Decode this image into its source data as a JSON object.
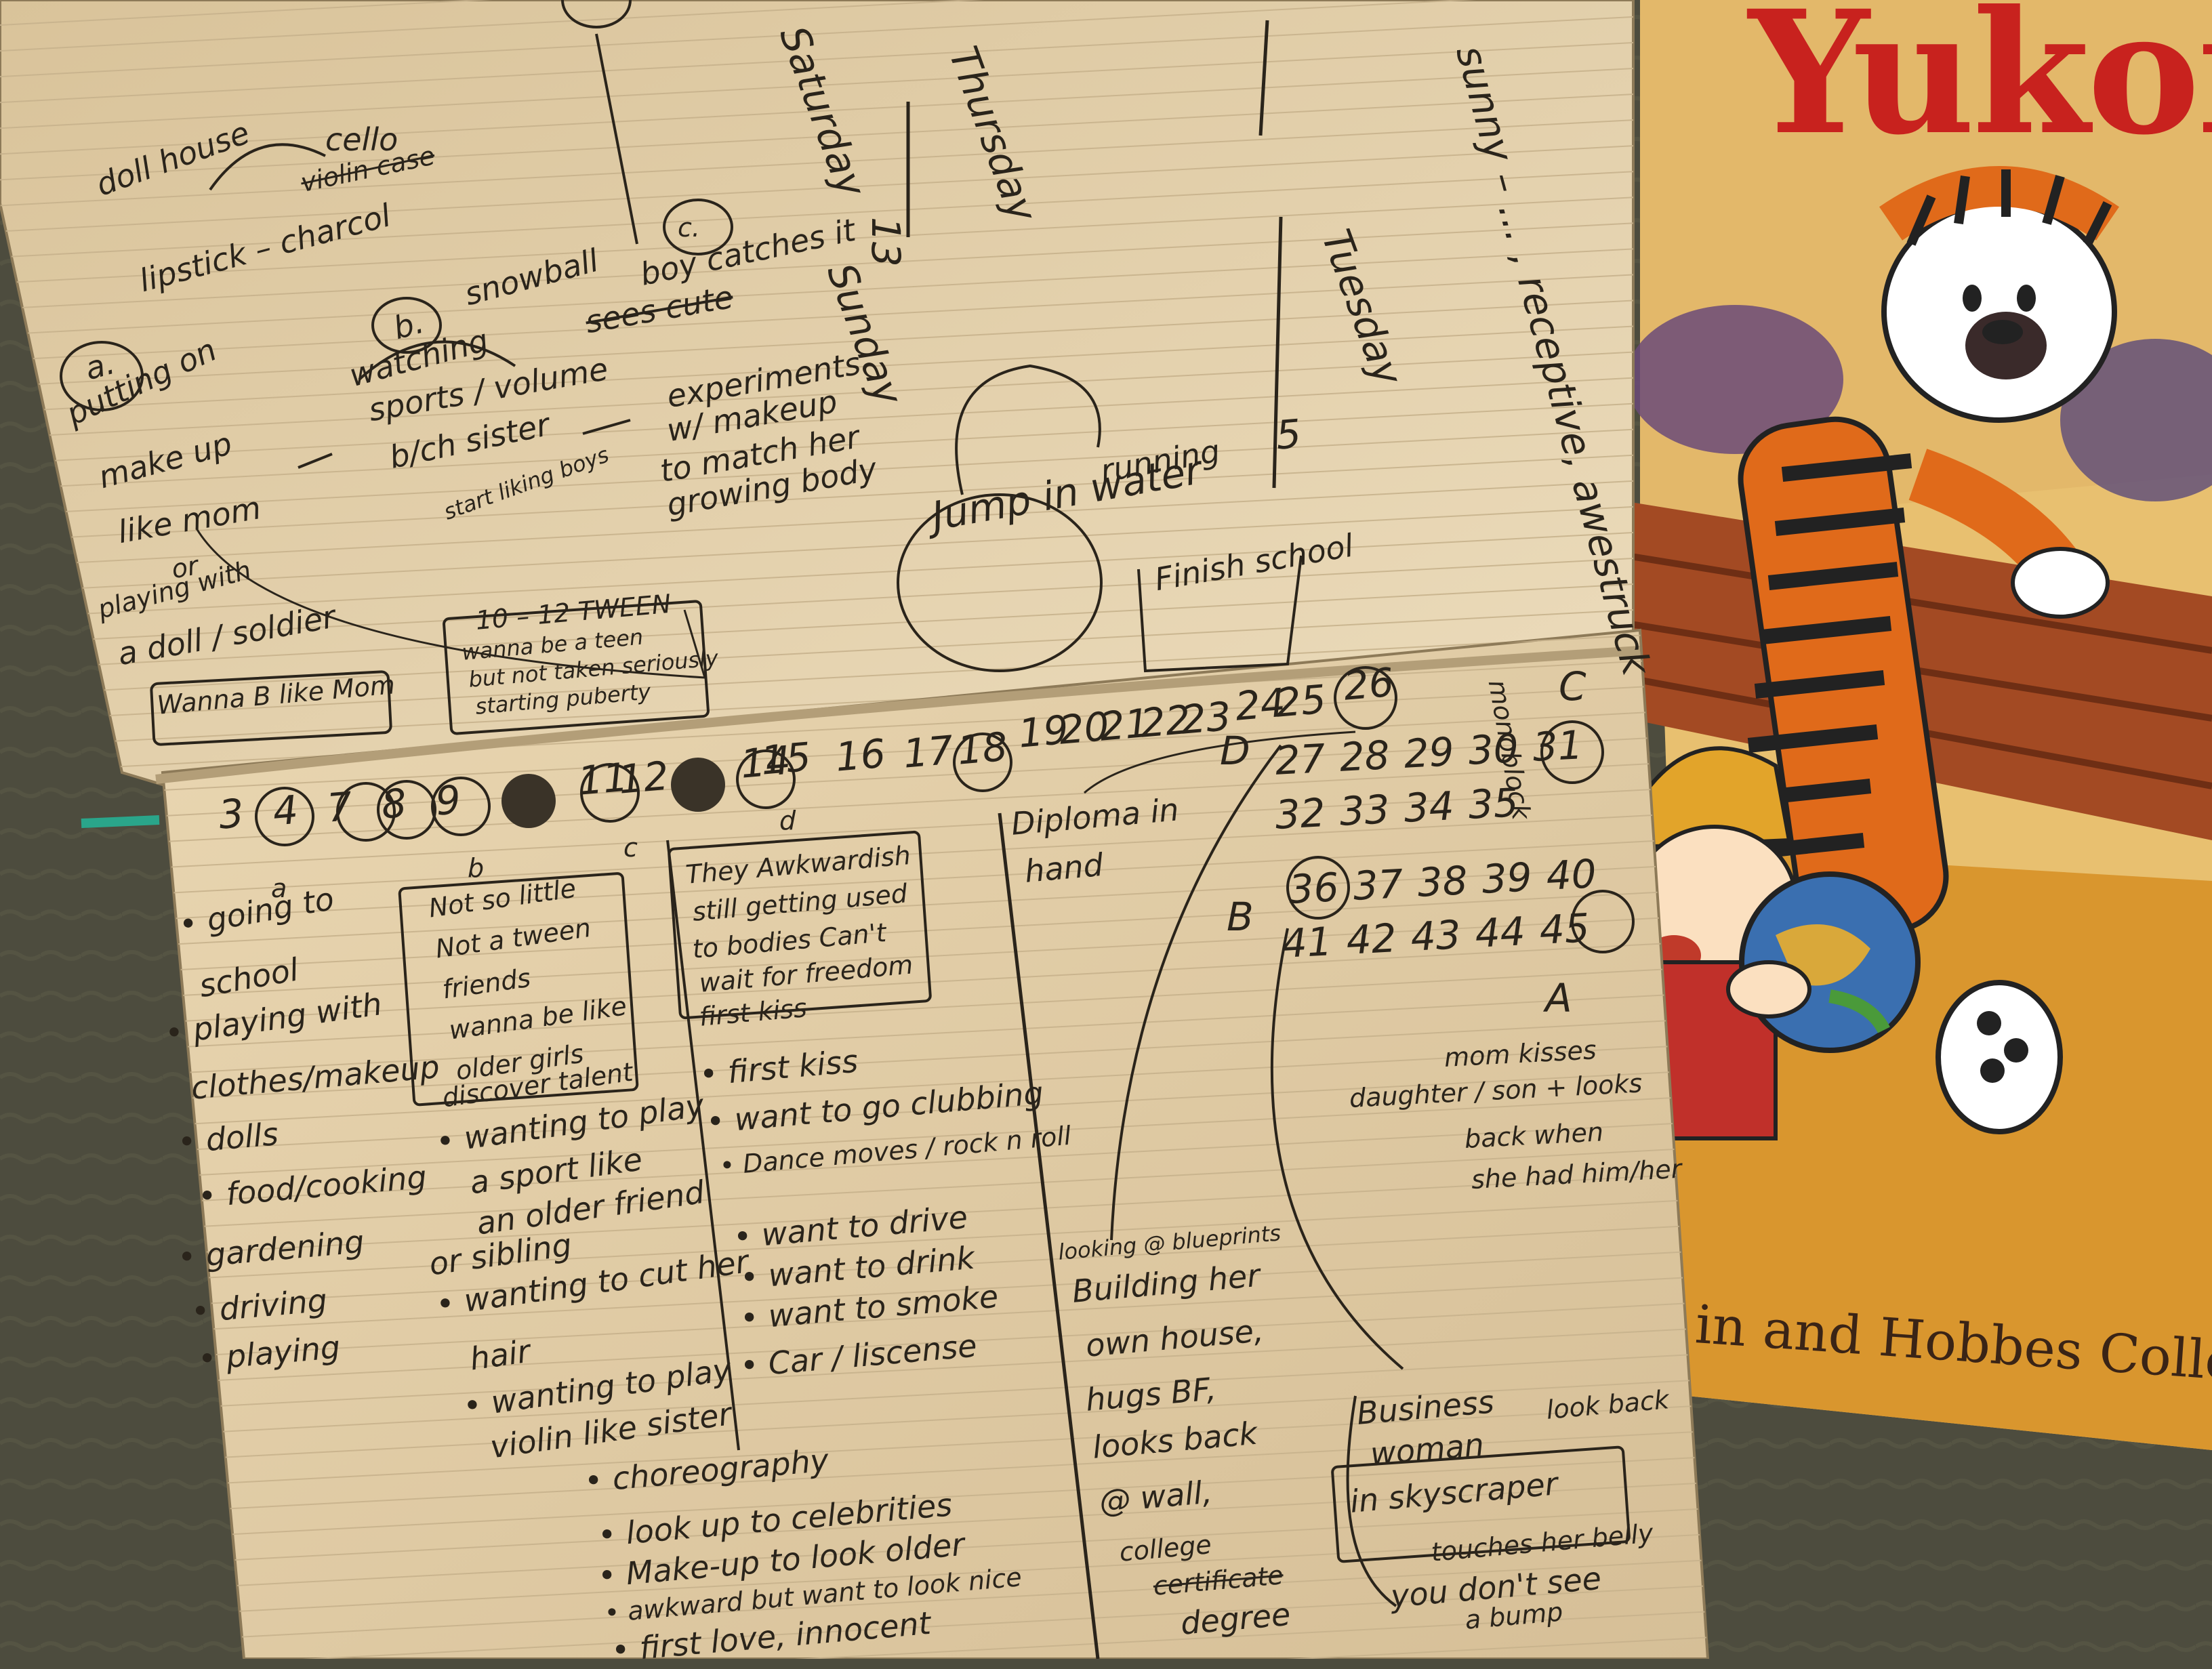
{
  "notebook": {
    "top_page": [
      {
        "id": "doll-house",
        "text": "doll house"
      },
      {
        "id": "cello",
        "text": "cello"
      },
      {
        "id": "violin-case",
        "text": "violin case"
      },
      {
        "id": "lipstick",
        "text": "lipstick – charcol"
      },
      {
        "id": "label-a",
        "text": "a."
      },
      {
        "id": "putting-on",
        "text": "putting on"
      },
      {
        "id": "make-up",
        "text": "make up"
      },
      {
        "id": "like-mom",
        "text": "like mom"
      },
      {
        "id": "or",
        "text": "or"
      },
      {
        "id": "playing-with",
        "text": "playing with"
      },
      {
        "id": "doll-soldier",
        "text": "a doll / soldier"
      },
      {
        "id": "wanna-be",
        "text": "Wanna B like Mom"
      },
      {
        "id": "label-b",
        "text": "b."
      },
      {
        "id": "snowball",
        "text": "snowball"
      },
      {
        "id": "watching",
        "text": "watching"
      },
      {
        "id": "sports-volume",
        "text": "sports / volume"
      },
      {
        "id": "bro-sister",
        "text": "b/ch sister"
      },
      {
        "id": "start-liking",
        "text": "start liking boys"
      },
      {
        "id": "tween",
        "text": "10 – 12 TWEEN"
      },
      {
        "id": "wanna-teen",
        "text": "wanna be a teen"
      },
      {
        "id": "not-taken",
        "text": "but not taken seriously"
      },
      {
        "id": "starting-puberty",
        "text": "starting puberty"
      },
      {
        "id": "label-c",
        "text": "c."
      },
      {
        "id": "boy-catches",
        "text": "boy catches it"
      },
      {
        "id": "sees-cute",
        "text": "sees cute"
      },
      {
        "id": "experiments",
        "text": "experiments"
      },
      {
        "id": "makeup-to-match",
        "text": "w/ makeup"
      },
      {
        "id": "match-body",
        "text": "to match her"
      },
      {
        "id": "growing-body",
        "text": "growing body"
      },
      {
        "id": "jump",
        "text": "Jump in water"
      },
      {
        "id": "running",
        "text": "running"
      },
      {
        "id": "finish-school",
        "text": "Finish school"
      },
      {
        "id": "saturday",
        "text": "Saturday"
      },
      {
        "id": "thursday",
        "text": "Thursday"
      },
      {
        "id": "tuesday",
        "text": "Tuesday"
      },
      {
        "id": "sunday",
        "text": "Sunday"
      },
      {
        "id": "num-13",
        "text": "13"
      },
      {
        "id": "num-5",
        "text": "5"
      },
      {
        "id": "vertical-note",
        "text": "sunny – ... , receptive, awestruck"
      }
    ],
    "number_line": [
      "3",
      "4",
      "7",
      "8",
      "9",
      "11",
      "12",
      "14",
      "15",
      "16",
      "17",
      "18",
      "19",
      "20",
      "21",
      "22",
      "23",
      "24",
      "25",
      "26"
    ],
    "grid_rows": [
      [
        "27",
        "28",
        "29",
        "30",
        "31"
      ],
      [
        "32",
        "33",
        "34",
        "35"
      ],
      [
        "36",
        "37",
        "38",
        "39",
        "40"
      ],
      [
        "41",
        "42",
        "43",
        "44",
        "45"
      ]
    ],
    "letters": {
      "c": "C",
      "d": "D",
      "b": "B",
      "a": "A"
    },
    "monoblock": "monoblock",
    "bottom_page": [
      {
        "id": "sec-a",
        "text": "a"
      },
      {
        "id": "a-1",
        "text": "• going to"
      },
      {
        "id": "a-2",
        "text": "school"
      },
      {
        "id": "a-3",
        "text": "• playing with"
      },
      {
        "id": "a-4",
        "text": "clothes/makeup"
      },
      {
        "id": "a-5",
        "text": "• dolls"
      },
      {
        "id": "a-6",
        "text": "• food/cooking"
      },
      {
        "id": "a-7",
        "text": "• gardening"
      },
      {
        "id": "a-8",
        "text": "• driving"
      },
      {
        "id": "a-9",
        "text": "• playing"
      },
      {
        "id": "sec-b",
        "text": "b"
      },
      {
        "id": "b-1",
        "text": "Not so little"
      },
      {
        "id": "b-2",
        "text": "Not a tween"
      },
      {
        "id": "b-3",
        "text": "friends"
      },
      {
        "id": "b-4",
        "text": "wanna be like"
      },
      {
        "id": "b-5",
        "text": "older girls"
      },
      {
        "id": "b-6",
        "text": "discover talent"
      },
      {
        "id": "b-7",
        "text": "• wanting to play"
      },
      {
        "id": "b-8",
        "text": "a sport like"
      },
      {
        "id": "b-9",
        "text": "an older friend"
      },
      {
        "id": "b-10",
        "text": "or sibling"
      },
      {
        "id": "b-11",
        "text": "• wanting to cut her"
      },
      {
        "id": "b-12",
        "text": "hair"
      },
      {
        "id": "b-13",
        "text": "• wanting to play"
      },
      {
        "id": "b-14",
        "text": "violin like sister"
      },
      {
        "id": "sec-c",
        "text": "c"
      },
      {
        "id": "sec-d",
        "text": "d"
      },
      {
        "id": "d-1",
        "text": "They Awkwardish"
      },
      {
        "id": "d-2",
        "text": "still getting used"
      },
      {
        "id": "d-3",
        "text": "to bodies Can't"
      },
      {
        "id": "d-4",
        "text": "wait for freedom"
      },
      {
        "id": "d-5",
        "text": "first kiss"
      },
      {
        "id": "d-6",
        "text": "• first kiss"
      },
      {
        "id": "d-7",
        "text": "• want to go clubbing"
      },
      {
        "id": "d-8",
        "text": "• Dance moves / rock n roll"
      },
      {
        "id": "d-9",
        "text": "• want to drive"
      },
      {
        "id": "d-10",
        "text": "• want to drink"
      },
      {
        "id": "d-11",
        "text": "• want to smoke"
      },
      {
        "id": "d-12",
        "text": "• Car / liscense"
      },
      {
        "id": "e-1",
        "text": "• choreography"
      },
      {
        "id": "e-2",
        "text": "• look up to celebrities"
      },
      {
        "id": "e-3",
        "text": "• Make-up to look older"
      },
      {
        "id": "e-4",
        "text": "• awkward but want to look nice"
      },
      {
        "id": "e-5",
        "text": "• first love, innocent"
      },
      {
        "id": "diploma",
        "text": "Diploma in"
      },
      {
        "id": "hand",
        "text": "hand"
      },
      {
        "id": "f-1",
        "text": "looking @ blueprints"
      },
      {
        "id": "f-2",
        "text": "Building her"
      },
      {
        "id": "f-3",
        "text": "own house,"
      },
      {
        "id": "f-4",
        "text": "hugs BF,"
      },
      {
        "id": "f-5",
        "text": "looks back"
      },
      {
        "id": "f-6",
        "text": "@ wall,"
      },
      {
        "id": "f-7",
        "text": "college"
      },
      {
        "id": "f-8",
        "text": "certificate"
      },
      {
        "id": "f-9",
        "text": "degree"
      },
      {
        "id": "g-1",
        "text": "mom kisses"
      },
      {
        "id": "g-2",
        "text": "daughter / son + looks"
      },
      {
        "id": "g-3",
        "text": "back when"
      },
      {
        "id": "g-4",
        "text": "she had him/her"
      },
      {
        "id": "h-1",
        "text": "Business"
      },
      {
        "id": "h-2",
        "text": "woman"
      },
      {
        "id": "h-3",
        "text": "in skyscraper"
      },
      {
        "id": "h-4",
        "text": "look back"
      },
      {
        "id": "h-5",
        "text": "touches her belly"
      },
      {
        "id": "h-6",
        "text": "you don't see"
      },
      {
        "id": "h-7",
        "text": "a bump"
      }
    ]
  },
  "book": {
    "title": "Yukon",
    "subtitle": "in and Hobbes Collecti"
  },
  "colors": {
    "fabric": "#4d4c3e",
    "paper": "#e6d2ae",
    "ink": "#2a241b",
    "cover": "#e8c070",
    "title_red": "#c8221e",
    "tiger_orange": "#e06a1a"
  }
}
